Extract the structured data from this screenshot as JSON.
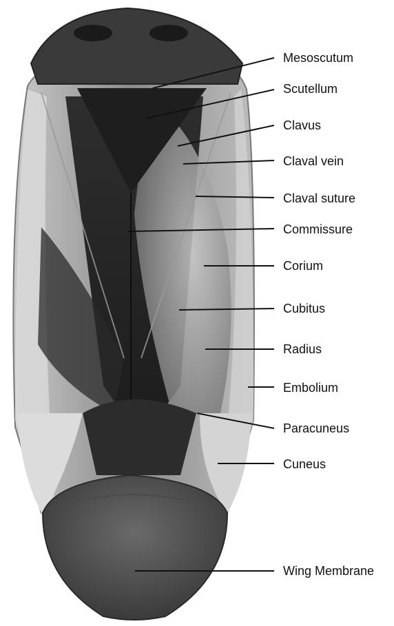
{
  "diagram": {
    "labels": [
      {
        "key": "mesoscutum",
        "text": "Mesoscutum"
      },
      {
        "key": "scutellum",
        "text": "Scutellum"
      },
      {
        "key": "clavus",
        "text": "Clavus"
      },
      {
        "key": "claval-vein",
        "text": "Claval vein"
      },
      {
        "key": "claval-suture",
        "text": "Claval suture"
      },
      {
        "key": "commissure",
        "text": "Commissure"
      },
      {
        "key": "corium",
        "text": "Corium"
      },
      {
        "key": "cubitus",
        "text": "Cubitus"
      },
      {
        "key": "radius",
        "text": "Radius"
      },
      {
        "key": "embolium",
        "text": "Embolium"
      },
      {
        "key": "paracuneus",
        "text": "Paracuneus"
      },
      {
        "key": "cuneus",
        "text": "Cuneus"
      },
      {
        "key": "wing-membrane",
        "text": "Wing Membrane"
      }
    ]
  }
}
